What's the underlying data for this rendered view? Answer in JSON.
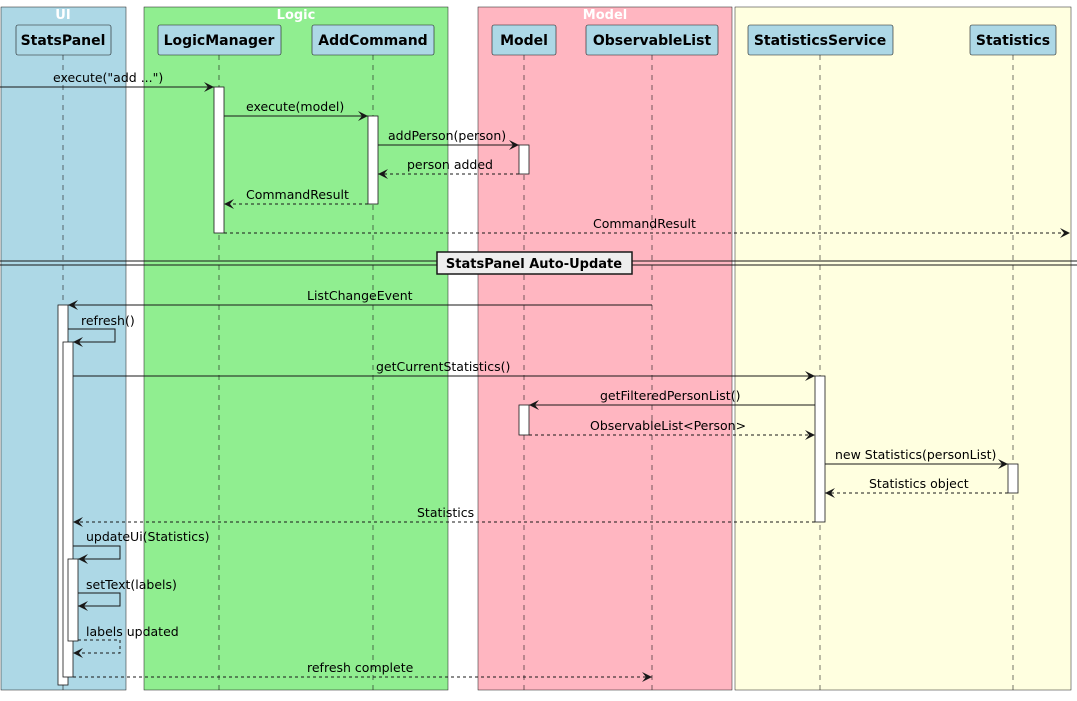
{
  "boxes": [
    {
      "id": "ui",
      "title": "UI",
      "color": "#ADD8E6"
    },
    {
      "id": "logic",
      "title": "Logic",
      "color": "#90EE90"
    },
    {
      "id": "model",
      "title": "Model",
      "color": "#FFB6C1"
    },
    {
      "id": "stats",
      "title": "",
      "color": "#FFFFE0"
    }
  ],
  "participants": [
    {
      "id": "statspanel",
      "label": "StatsPanel",
      "box": "ui"
    },
    {
      "id": "logicmanager",
      "label": "LogicManager",
      "box": "logic"
    },
    {
      "id": "addcommand",
      "label": "AddCommand",
      "box": "logic"
    },
    {
      "id": "model",
      "label": "Model",
      "box": "model"
    },
    {
      "id": "observablelist",
      "label": "ObservableList",
      "box": "model"
    },
    {
      "id": "statisticsservice",
      "label": "StatisticsService",
      "box": "stats"
    },
    {
      "id": "statistics",
      "label": "Statistics",
      "box": "stats"
    }
  ],
  "messages": [
    {
      "label": "execute(\"add ...\")",
      "from": "left-edge",
      "to": "logicmanager",
      "style": "solid"
    },
    {
      "label": "execute(model)",
      "from": "logicmanager",
      "to": "addcommand",
      "style": "solid"
    },
    {
      "label": "addPerson(person)",
      "from": "addcommand",
      "to": "model",
      "style": "solid"
    },
    {
      "label": "person added",
      "from": "model",
      "to": "addcommand",
      "style": "dashed"
    },
    {
      "label": "CommandResult",
      "from": "addcommand",
      "to": "logicmanager",
      "style": "dashed"
    },
    {
      "label": "CommandResult",
      "from": "logicmanager",
      "to": "right-edge",
      "style": "dashed"
    },
    {
      "label": "ListChangeEvent",
      "from": "observablelist",
      "to": "statspanel",
      "style": "solid"
    },
    {
      "label": "refresh()",
      "from": "statspanel",
      "to": "statspanel",
      "style": "self"
    },
    {
      "label": "getCurrentStatistics()",
      "from": "statspanel",
      "to": "statisticsservice",
      "style": "solid"
    },
    {
      "label": "getFilteredPersonList()",
      "from": "statisticsservice",
      "to": "model",
      "style": "solid"
    },
    {
      "label": "ObservableList<Person>",
      "from": "model",
      "to": "statisticsservice",
      "style": "dashed"
    },
    {
      "label": "new Statistics(personList)",
      "from": "statisticsservice",
      "to": "statistics",
      "style": "solid"
    },
    {
      "label": "Statistics object",
      "from": "statistics",
      "to": "statisticsservice",
      "style": "dashed"
    },
    {
      "label": "Statistics",
      "from": "statisticsservice",
      "to": "statspanel",
      "style": "dashed"
    },
    {
      "label": "updateUi(Statistics)",
      "from": "statspanel",
      "to": "statspanel",
      "style": "self"
    },
    {
      "label": "setText(labels)",
      "from": "statspanel",
      "to": "statspanel",
      "style": "self"
    },
    {
      "label": "labels updated",
      "from": "statspanel",
      "to": "statspanel",
      "style": "self-dashed"
    },
    {
      "label": "refresh complete",
      "from": "statspanel",
      "to": "observablelist",
      "style": "dashed"
    }
  ],
  "divider": {
    "label": "StatsPanel Auto-Update"
  }
}
